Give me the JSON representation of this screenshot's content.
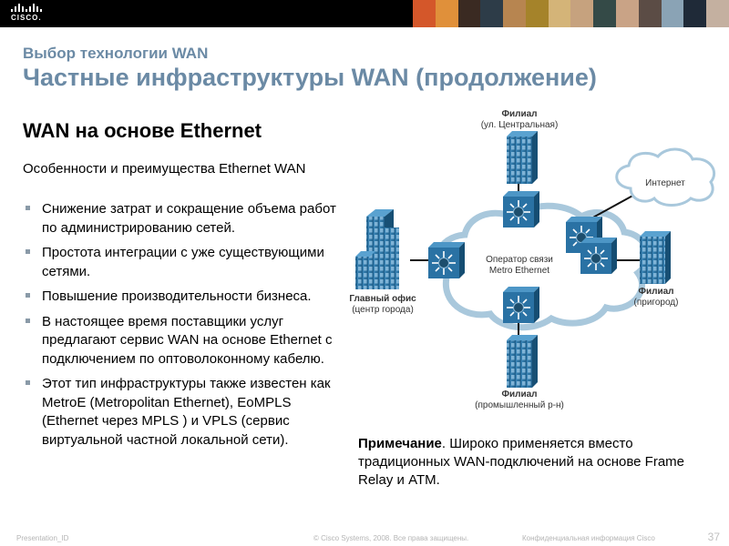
{
  "header": {
    "logo_text": "CISCO.",
    "photo_strip_colors": [
      "#d4572a",
      "#e0903a",
      "#3a2a22",
      "#2d3c48",
      "#b78550",
      "#a5832a",
      "#d4b478",
      "#c6a27e",
      "#344a47",
      "#c9a386",
      "#5b4c45",
      "#8aa3b5",
      "#1f2a38",
      "#c4b0a0"
    ]
  },
  "slide": {
    "subtitle": "Выбор технологии WAN",
    "title": "Частные инфраструктуры WAN (продолжение)",
    "section_heading": "WAN на основе Ethernet",
    "intro": "Особенности и преимущества Ethernet WAN",
    "bullets": [
      {
        "text": "Снижение затрат и сокращение объема работ по администрированию сетей."
      },
      {
        "text": "Простота интеграции с уже существующими сетями."
      },
      {
        "text": "Повышение производительности бизнеса."
      },
      {
        "text": "В настоящее время поставщики услуг предлагают сервис WAN на основе Ethernet с подключением по оптоволоконному кабелю."
      },
      {
        "text": "Этот тип инфраструктуры также известен как MetroE (Metropolitan Ethernet), EoMPLS (Ethernet через MPLS ) и VPLS (сервис виртуальной частной локальной сети)."
      }
    ],
    "note": {
      "label": "Примечание",
      "text": ". Широко применяется вместо традиционных WAN-подключений на основе Frame Relay и ATM."
    }
  },
  "diagram": {
    "accent_color": "#2b6e9a",
    "cloud_color": "#a9c8dc",
    "nodes": {
      "branch_central": {
        "name": "Филиал",
        "desc": "(ул. Центральная)"
      },
      "internet": {
        "name": "Интернет"
      },
      "main_office": {
        "name": "Главный офис",
        "desc": "(центр города)"
      },
      "provider": {
        "line1": "Оператор связи",
        "line2": "Metro Ethernet"
      },
      "branch_suburb": {
        "name": "Филиал",
        "desc": "(пригород)"
      },
      "branch_industrial": {
        "name": "Филиал",
        "desc": "(промышленный р-н)"
      }
    }
  },
  "footer": {
    "presentation_id": "Presentation_ID",
    "copyright": "© Cisco Systems, 2008. Все права защищены.",
    "confidential": "Конфиденциальная информация Cisco",
    "page_number": "37"
  }
}
